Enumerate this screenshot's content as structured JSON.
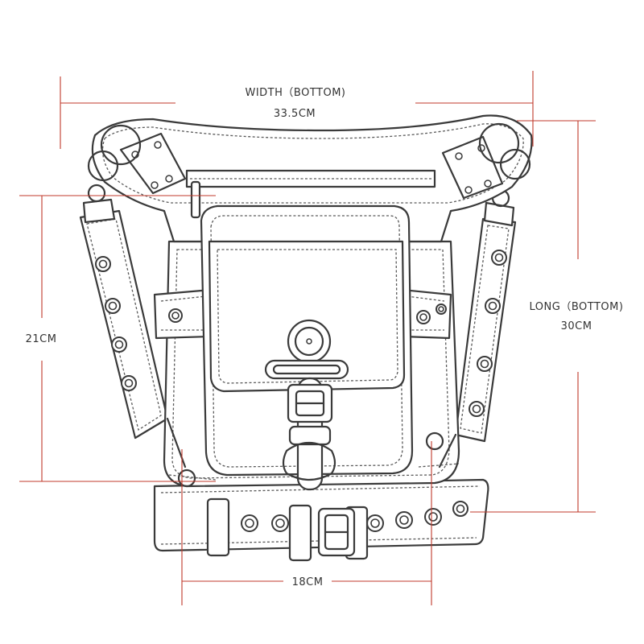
{
  "dimensions": {
    "width_bottom": {
      "label": "WIDTH（BOTTOM)",
      "value": "33.5CM"
    },
    "long_bottom": {
      "label": "LONG（BOTTOM)",
      "value": "30CM"
    },
    "height": {
      "value": "21CM"
    },
    "bottom_width": {
      "value": "18CM"
    }
  },
  "colors": {
    "dimension_line": "#c0392b",
    "ink": "#3a3a3a",
    "background": "#ffffff"
  }
}
